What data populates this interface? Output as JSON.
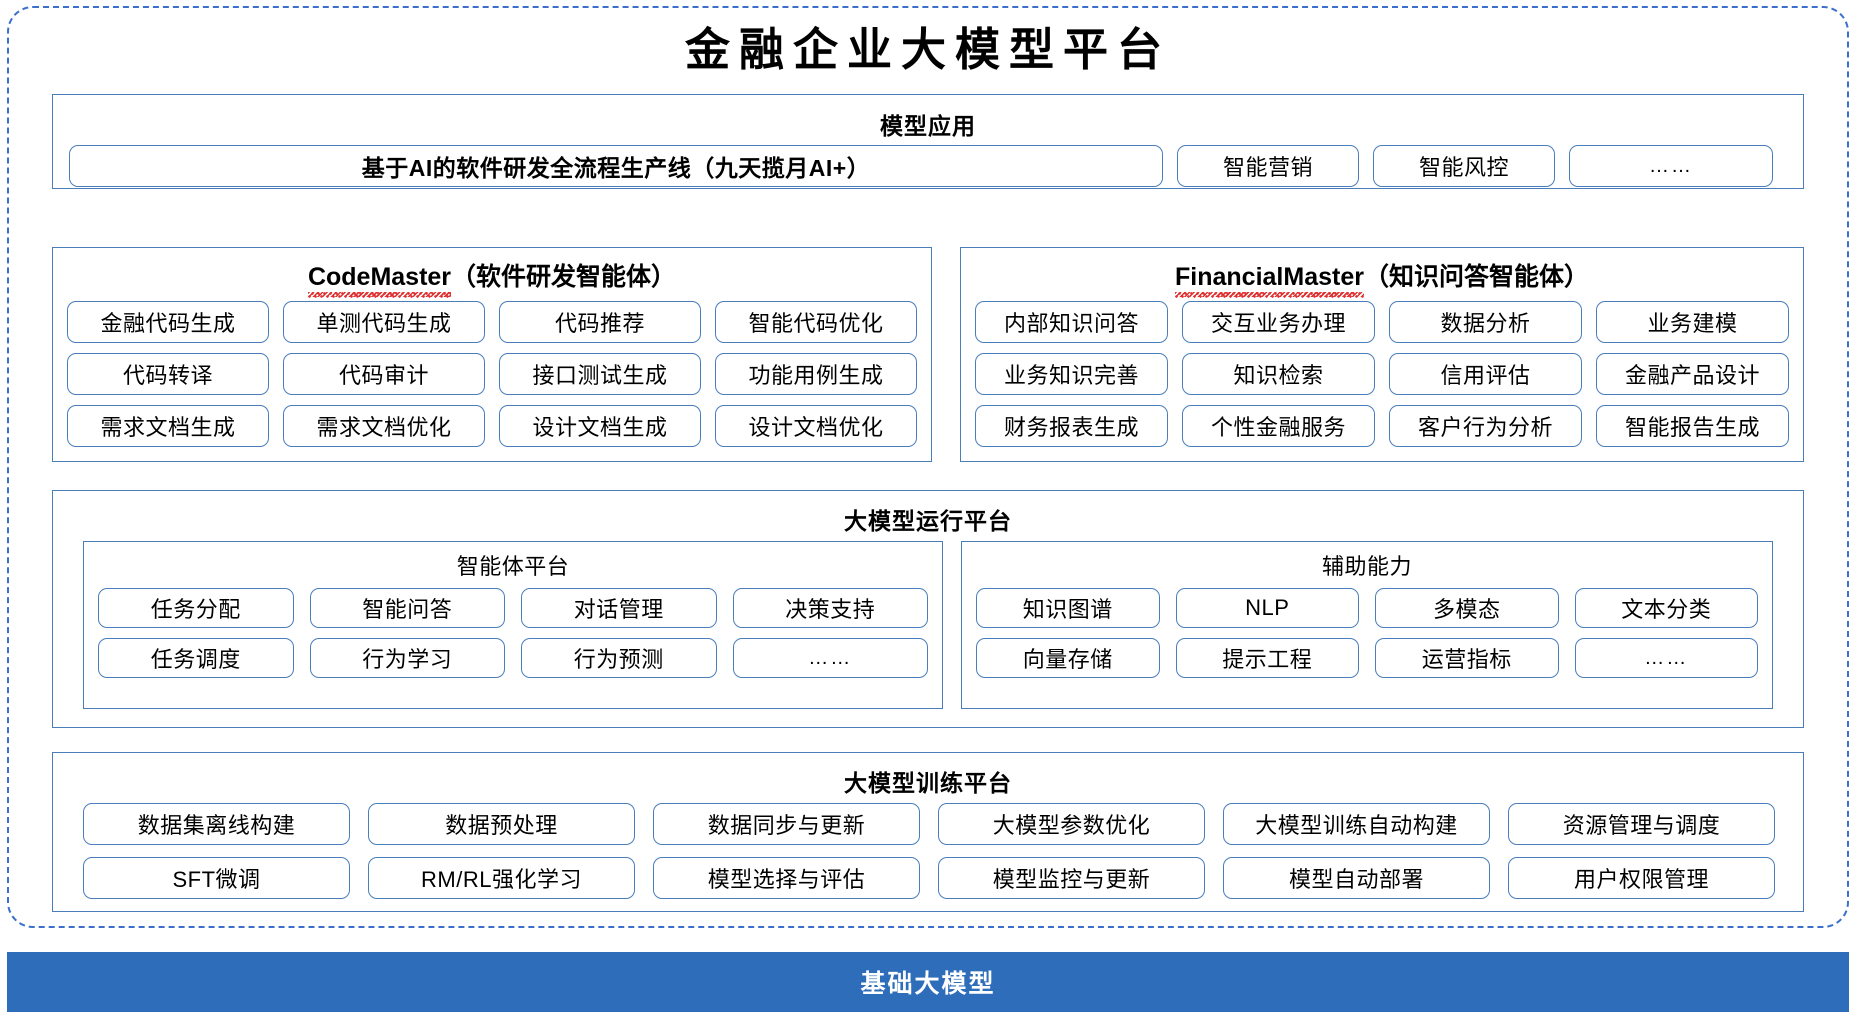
{
  "title": "金融企业大模型平台",
  "colors": {
    "accent_blue": "#2E6DBA",
    "border_blue": "#4A7EBB",
    "dashed_blue": "#3B6FCB",
    "spellcheck_red": "#e03030"
  },
  "model_application": {
    "title": "模型应用",
    "items": [
      "基于AI的软件研发全流程生产线（九天揽月AI+）",
      "智能营销",
      "智能风控",
      "……"
    ]
  },
  "code_master": {
    "name": "CodeMaster",
    "subtitle": "（软件研发智能体）",
    "items": [
      "金融代码生成",
      "单测代码生成",
      "代码推荐",
      "智能代码优化",
      "代码转译",
      "代码审计",
      "接口测试生成",
      "功能用例生成",
      "需求文档生成",
      "需求文档优化",
      "设计文档生成",
      "设计文档优化"
    ]
  },
  "financial_master": {
    "name": "FinancialMaster",
    "subtitle": "（知识问答智能体）",
    "items": [
      "内部知识问答",
      "交互业务办理",
      "数据分析",
      "业务建模",
      "业务知识完善",
      "知识检索",
      "信用评估",
      "金融产品设计",
      "财务报表生成",
      "个性金融服务",
      "客户行为分析",
      "智能报告生成"
    ]
  },
  "runtime_platform": {
    "title": "大模型运行平台",
    "agent_platform": {
      "title": "智能体平台",
      "items": [
        "任务分配",
        "智能问答",
        "对话管理",
        "决策支持",
        "任务调度",
        "行为学习",
        "行为预测",
        "……"
      ]
    },
    "auxiliary": {
      "title": "辅助能力",
      "items": [
        "知识图谱",
        "NLP",
        "多模态",
        "文本分类",
        "向量存储",
        "提示工程",
        "运营指标",
        "……"
      ]
    }
  },
  "training_platform": {
    "title": "大模型训练平台",
    "items": [
      "数据集离线构建",
      "数据预处理",
      "数据同步与更新",
      "大模型参数优化",
      "大模型训练自动构建",
      "资源管理与调度",
      "SFT微调",
      "RM/RL强化学习",
      "模型选择与评估",
      "模型监控与更新",
      "模型自动部署",
      "用户权限管理"
    ]
  },
  "base_model": {
    "label": "基础大模型"
  }
}
